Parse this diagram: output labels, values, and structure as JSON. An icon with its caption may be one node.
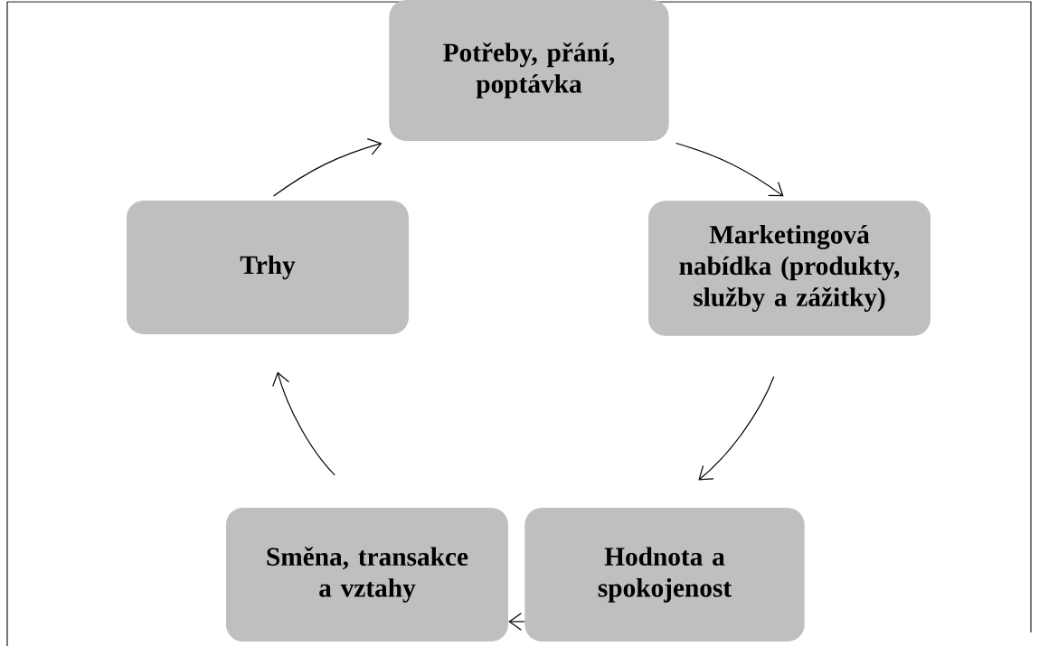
{
  "diagram": {
    "nodes": [
      {
        "text": [
          "Potřeby, přání, poptávka"
        ]
      },
      {
        "text": [
          "Marketingová nabídka (produkty, služby a zážitky)"
        ]
      },
      {
        "text": [
          "Hodnota a spokojenost"
        ]
      },
      {
        "text": [
          "Směna, transakce a vztahy"
        ]
      },
      {
        "text": [
          "Trhy"
        ]
      }
    ],
    "edges": [
      {
        "from": 0,
        "to": 1,
        "arrow": "to"
      },
      {
        "from": 1,
        "to": 2,
        "arrow": "to"
      },
      {
        "from": 2,
        "to": 3,
        "arrow": "to"
      },
      {
        "from": 3,
        "to": 4,
        "arrow": "to"
      },
      {
        "from": 4,
        "to": 0,
        "arrow": "to"
      }
    ]
  }
}
